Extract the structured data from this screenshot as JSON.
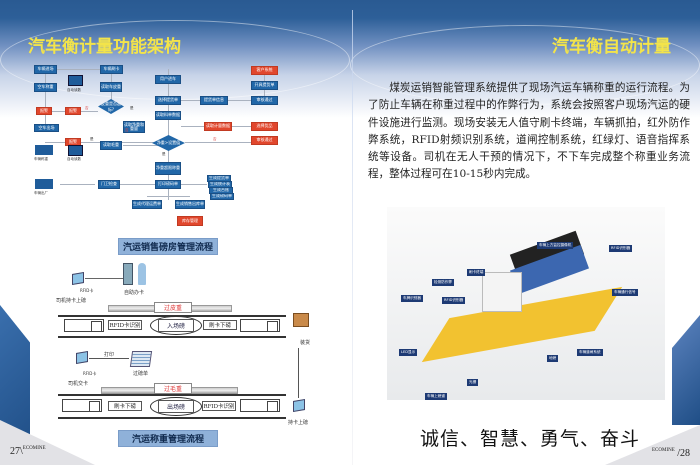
{
  "left_page": {
    "title": "汽车衡计量功能架构",
    "flowchart": {
      "nodes": [
        "车辆进场",
        "车辆刷卡",
        "空车称重",
        "读取车皮重",
        "空车出场",
        "读取净重和重量",
        "读取毛重",
        "报警",
        "报警",
        "报警",
        "用户进车",
        "选择提货单",
        "读取料单数据",
        "净重超限称重",
        "打印磅码单",
        "门卫检查",
        "生成代理运费单",
        "生成销售出库单",
        "库存管理",
        "提货单信息",
        "客户系统",
        "开具提货单",
        "审核通过",
        "读取计量数据",
        "选择货品",
        "审核通过"
      ],
      "diamonds": [
        "皮重是否超标?",
        "净重>设置值"
      ],
      "labels": [
        "自动读数",
        "自动读数",
        "车辆称重",
        "车辆出厂",
        "否",
        "是",
        "否",
        "是",
        "否",
        "是"
      ],
      "docs": [
        "生成提货单",
        "生成统计表",
        "生成台账",
        "生成磅码单"
      ],
      "caption": "汽运销售磅房管理流程"
    },
    "weighing": {
      "kiosk_label": "自助办卡",
      "rfid_card_1": "RFID卡",
      "driver_card_on": "司机持卡上磅",
      "tare_label": "过皮重",
      "rfid_recog_1": "RFID卡识别",
      "entry_scale": "入场磅",
      "swipe_off_1": "刷卡下磅",
      "loading": "装货",
      "print": "打印",
      "slip": "过磅单",
      "rfid_card_2": "RFID卡",
      "driver_return": "司机交卡",
      "gross_label": "过毛重",
      "swipe_off_2": "刷卡下磅",
      "exit_scale": "出场磅",
      "rfid_recog_2": "RFID卡识别",
      "card_on": "持卡上磅",
      "caption": "汽运称重管理流程"
    },
    "page_number": "27\\",
    "brand": "ECOMINE"
  },
  "right_page": {
    "title": "汽车衡自动计量",
    "paragraph": "煤炭运销智能管理系统提供了现场汽运车辆称重的运行流程。为了防止车辆在称重过程中的作弊行为，系统会按照客户现场汽运的硬件设施进行监测。现场安装无人值守刷卡终端，车辆抓拍，红外防作弊系统，RFID射频识别系统，道闸控制系统，红绿灯、语音指挥系统等设备。司机在无人干预的情况下，不下车完成整个称重业务流程，整体过程可在10-15秒内完成。",
    "photo_tags": [
      "车辆上方监控摄像机",
      "RFID识别器",
      "刷卡终端",
      "检测防作弊",
      "车牌识别器",
      "RFID识别器",
      "车辆通行信号",
      "车辆道闸系统",
      "地磅",
      "LED显示",
      "光栅",
      "车辆上磅道"
    ],
    "slogan": "诚信、智慧、勇气、奋斗",
    "brand": "ECOMINE",
    "page_number": "/28"
  },
  "colors": {
    "title": "#f3e44a",
    "node_blue": "#2167a8",
    "node_red": "#e1472d",
    "caption": "#8fb1d9"
  }
}
